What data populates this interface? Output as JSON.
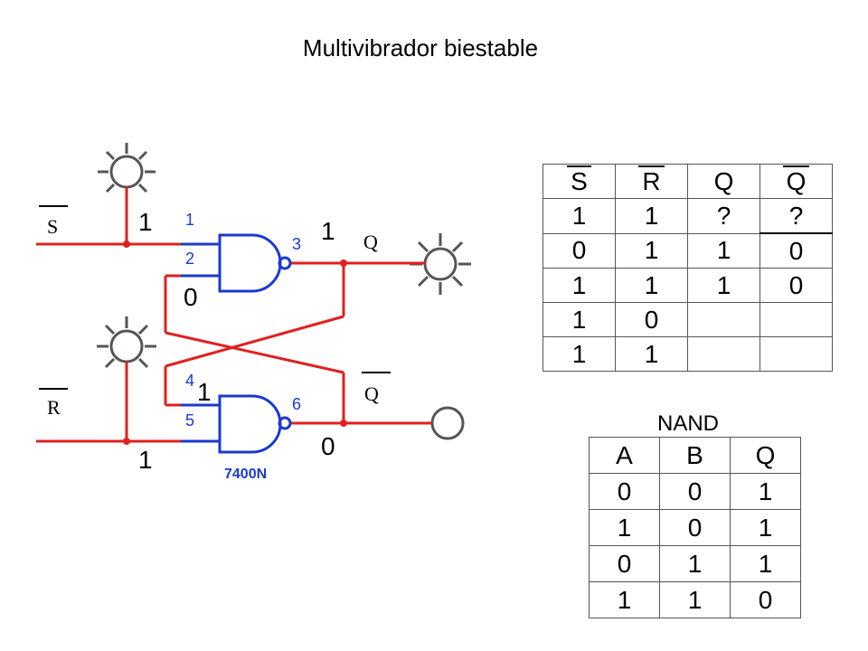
{
  "title": "Multivibrador biestable",
  "circuit": {
    "inputs": {
      "s_label": "S",
      "r_label": "R"
    },
    "outputs": {
      "q_label": "Q",
      "qbar_label": "Q"
    },
    "chip_label": "7400N",
    "pins": [
      "1",
      "2",
      "3",
      "4",
      "5",
      "6"
    ],
    "logic_levels": {
      "s_line": "1",
      "gate1_in2": "0",
      "q_out": "1",
      "gate2_in1": "1",
      "r_line": "1",
      "qbar_out": "0"
    },
    "colors": {
      "wire": "#e02020",
      "gate": "#1a3acc",
      "pin_label": "#1a3acc"
    }
  },
  "truth_table": {
    "headers": [
      "S",
      "R",
      "Q",
      "Q"
    ],
    "overbar_headers": [
      true,
      true,
      false,
      true
    ],
    "rows": [
      [
        "1",
        "1",
        "?",
        "?"
      ],
      [
        "0",
        "1",
        "1",
        "0"
      ],
      [
        "1",
        "1",
        "1",
        "0"
      ],
      [
        "1",
        "0",
        "",
        ""
      ],
      [
        "1",
        "1",
        "",
        ""
      ]
    ]
  },
  "nand_table": {
    "label": "NAND",
    "headers": [
      "A",
      "B",
      "Q"
    ],
    "rows": [
      [
        "0",
        "0",
        "1"
      ],
      [
        "1",
        "0",
        "1"
      ],
      [
        "0",
        "1",
        "1"
      ],
      [
        "1",
        "1",
        "0"
      ]
    ]
  }
}
